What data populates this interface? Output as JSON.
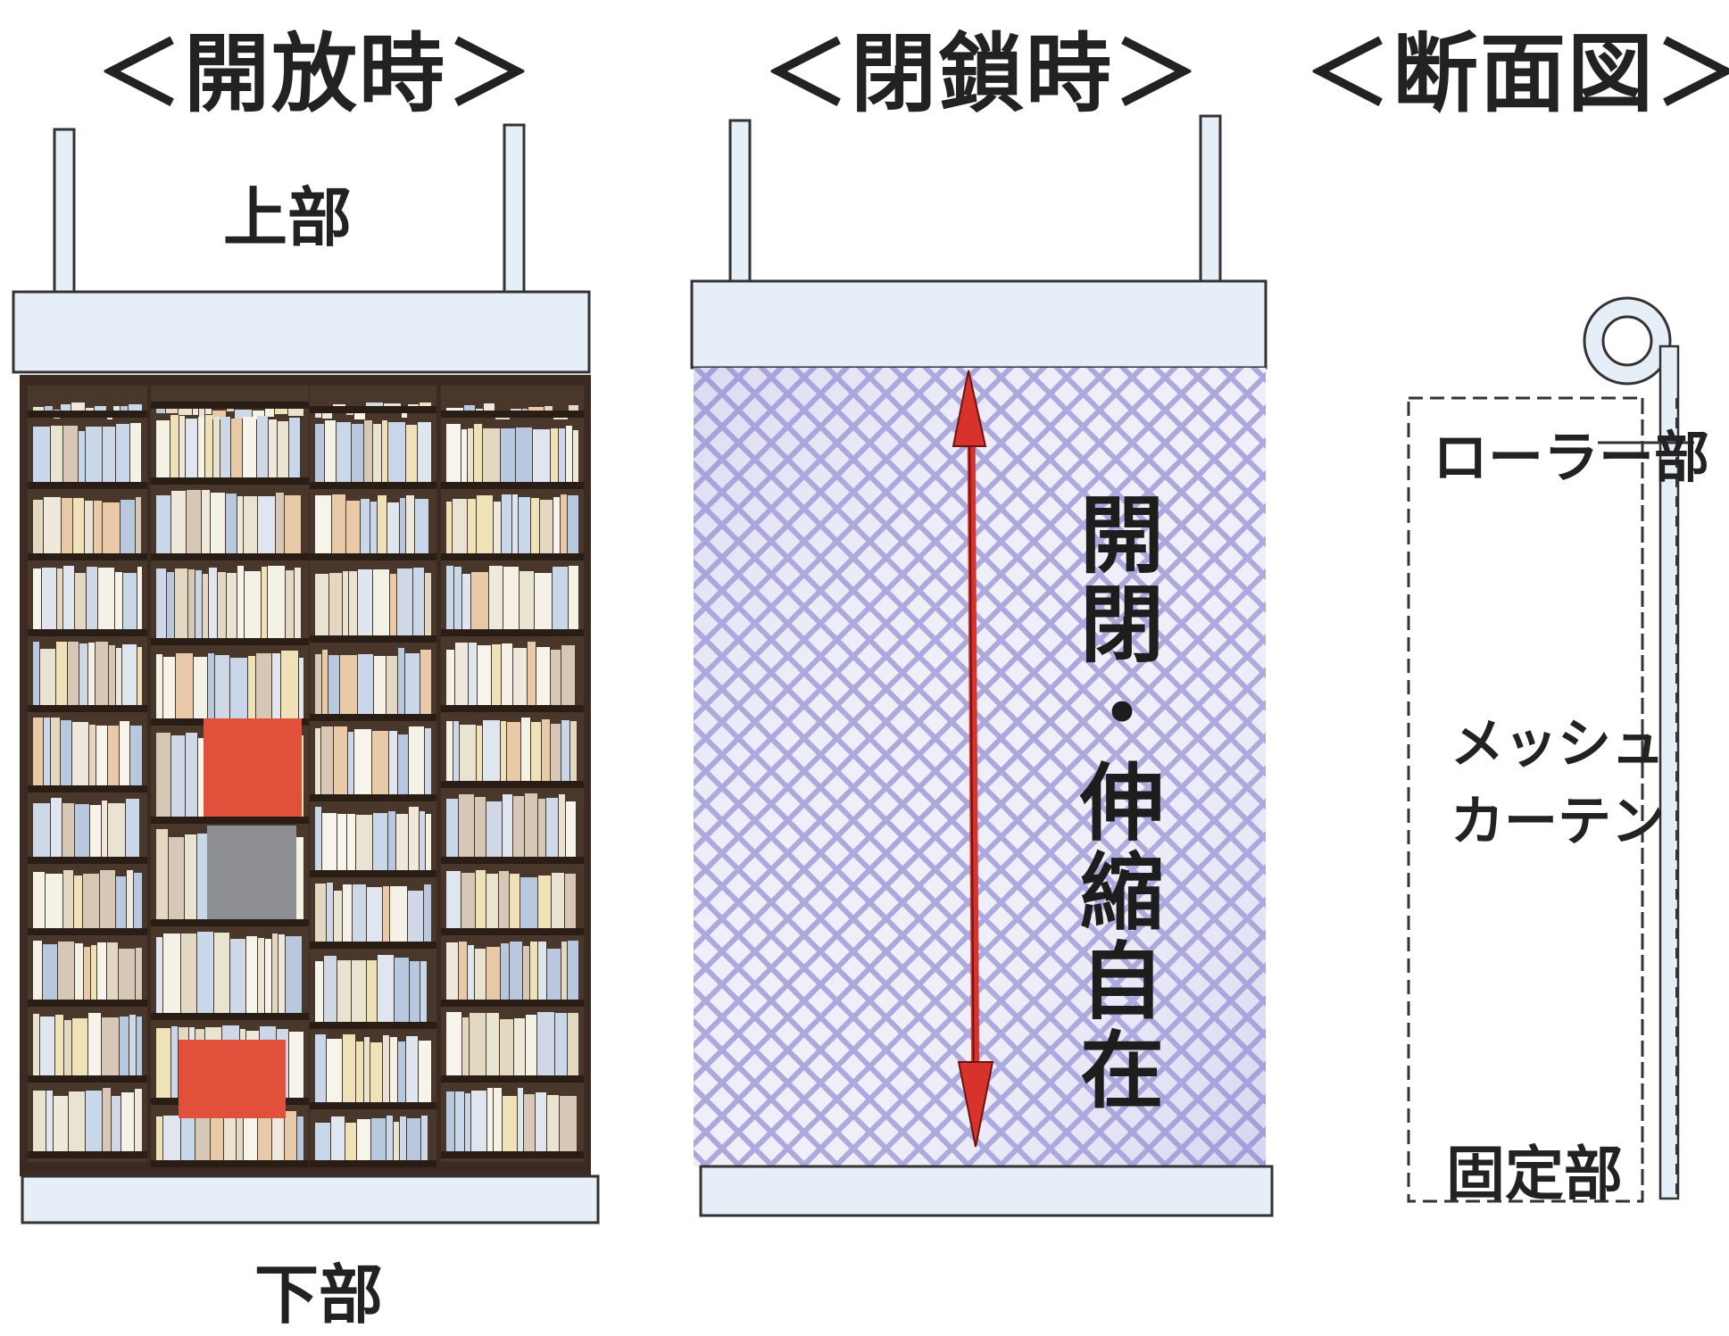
{
  "headings": {
    "open": "＜開放時＞",
    "closed": "＜閉鎖時＞",
    "section": "＜断面図＞"
  },
  "open_view": {
    "top_label": "上部",
    "bottom_label": "下部"
  },
  "closed_view": {
    "vertical_text": "開閉・伸縮自在"
  },
  "section_view": {
    "roller_label": "ローラー部",
    "mesh_label_line1": "メッシュ",
    "mesh_label_line2": "カーテン",
    "fixed_label": "固定部"
  },
  "colors": {
    "rail_fill": "#e6eef8",
    "rail_stroke": "#333333",
    "shelf_frame": "#3b2a22",
    "mesh_base": "#b9b6e0",
    "arrow": "#d8322c",
    "book_red": "#e0503a"
  }
}
